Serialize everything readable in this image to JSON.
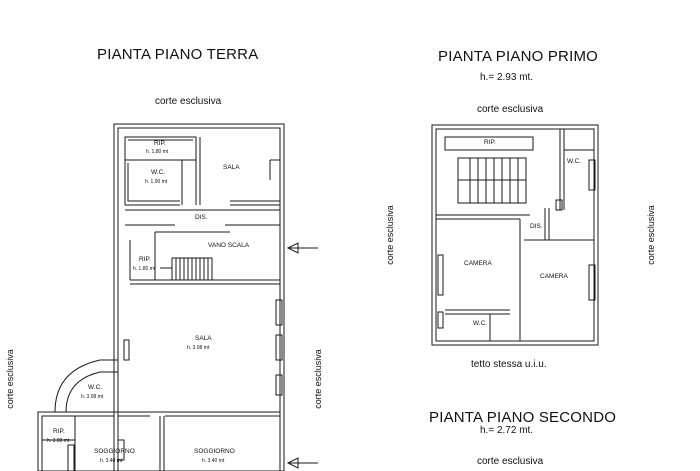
{
  "ground": {
    "title": "PIANTA PIANO TERRA",
    "court_top": "corte esclusiva",
    "court_right": "corte esclusiva",
    "court_left": "corte esclusiva",
    "rooms": {
      "rip1": "RIP.",
      "rip1_h": "h. 1.80 mt",
      "sala1": "SALA",
      "wc": "W.C.",
      "wc_h": "h. 1.90 mt",
      "dis": "DIS.",
      "vano": "VANO SCALA",
      "rip2": "RIP.",
      "rip2_h": "h. 1.80 mt",
      "sala2": "SALA",
      "sala2_h": "h. 3.08 mt",
      "wc2": "W.C.",
      "wc2_h": "h. 3.08 mt",
      "rip3": "RIP.",
      "rip3_h": "h. 3.08 mt",
      "sogg1": "SOGGIORNO",
      "sogg1_h": "h. 3.40 mt",
      "sogg2": "SOGGIORNO",
      "sogg2_h": "h. 3.40 mt"
    }
  },
  "first": {
    "title": "PIANTA PIANO PRIMO",
    "height": "h.= 2.93 mt.",
    "court_top": "corte esclusiva",
    "court_left": "corte esclusiva",
    "court_right": "corte esclusiva",
    "roof": "tetto stessa u.i.u.",
    "rooms": {
      "rip": "RIP.",
      "wc": "W.C.",
      "dis": "DIS.",
      "camera1": "CAMERA",
      "camera2": "CAMERA",
      "wc2": "W.C."
    }
  },
  "second": {
    "title": "PIANTA PIANO SECONDO",
    "height": "h.= 2.72 mt.",
    "court_top": "corte esclusiva"
  },
  "colors": {
    "ink": "#1a1a1a",
    "paper": "#ffffff"
  }
}
